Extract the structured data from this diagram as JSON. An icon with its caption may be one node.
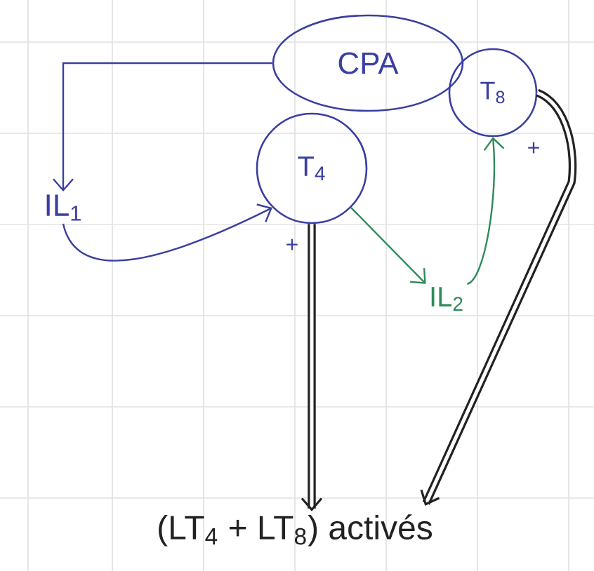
{
  "diagram": {
    "nodes": [
      {
        "text": [
          "CPA"
        ]
      },
      {
        "text": [
          "T$_{4}$"
        ],
        "beside": [
          "+"
        ]
      },
      {
        "text": [
          "T$_{8}$"
        ],
        "beside": [
          "+"
        ]
      },
      {
        "text": [
          "IL$_{1}$"
        ]
      },
      {
        "text": [
          "IL$_{2}$"
        ]
      },
      {
        "text": [
          "(LT$_{4}$ + LT$_{8}$) activés"
        ]
      }
    ],
    "edges": [
      {
        "from": 0,
        "to": 3,
        "arrow": "to",
        "color": "#3a3fa0"
      },
      {
        "from": 3,
        "to": 1,
        "arrow": "to",
        "color": "#3a3fa0"
      },
      {
        "from": 1,
        "to": 4,
        "arrow": "to",
        "color": "#2e8b5a"
      },
      {
        "from": 4,
        "to": 2,
        "arrow": "to",
        "color": "#2e8b5a"
      },
      {
        "from": 1,
        "to": 5,
        "arrow": "to",
        "style": "thick",
        "color": "#222222"
      },
      {
        "from": 2,
        "to": 5,
        "arrow": "to",
        "style": "thick",
        "color": "#222222"
      }
    ]
  }
}
